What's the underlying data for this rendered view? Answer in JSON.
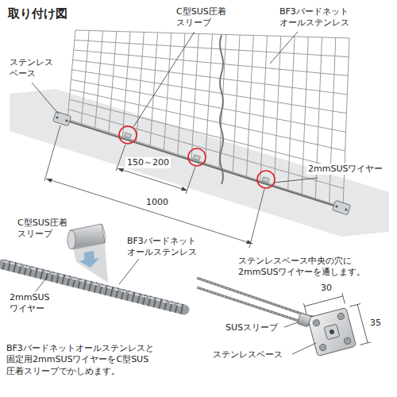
{
  "diagram": {
    "title": "取り付け図",
    "labels": [
      "C型SUS圧着 スリーブ",
      "BF3バードネット オールステンレス",
      "ステンレス ベース",
      "150～200",
      "1000",
      "2mmSUSワイヤー",
      "C型SUS圧着 スリーブ",
      "BF3バードネット オールステンレス",
      "2mmSUS ワイヤー",
      "BF3バードネットオールステンレスと 固定用2mmSUSワイヤーをC型SUS 圧着スリーブでかしめます。",
      "ステンレスベース中央の穴に 2mmSUSワイヤーを通します。",
      "30",
      "SUSスリーブ",
      "ステンレスベース",
      "35"
    ]
  }
}
